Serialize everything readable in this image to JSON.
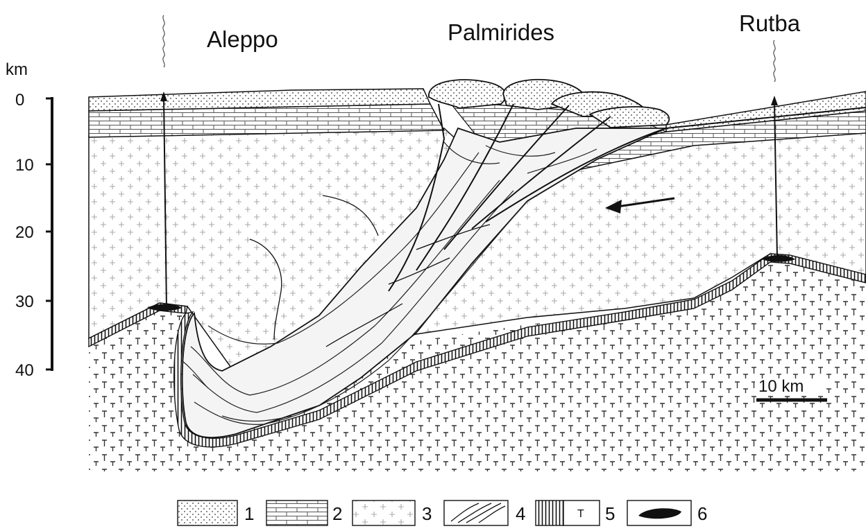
{
  "labels": {
    "aleppo": "Aleppo",
    "palmirides": "Palmirides",
    "rutba": "Rutba"
  },
  "depth_axis": {
    "unit": "km",
    "ticks": [
      "0",
      "10",
      "20",
      "30",
      "40"
    ]
  },
  "scale_bar": {
    "label": "10 km"
  },
  "legend": [
    {
      "number": "1",
      "pattern": "dots"
    },
    {
      "number": "2",
      "pattern": "brick"
    },
    {
      "number": "3",
      "pattern": "crosses"
    },
    {
      "number": "4",
      "pattern": "deformed-lines"
    },
    {
      "number": "5",
      "pattern": "hatched-T",
      "glyph": "T"
    },
    {
      "number": "6",
      "pattern": "black-lens"
    }
  ],
  "colors": {
    "ink": "#111111",
    "paper": "#ffffff",
    "fold_fill": "#ececec"
  }
}
